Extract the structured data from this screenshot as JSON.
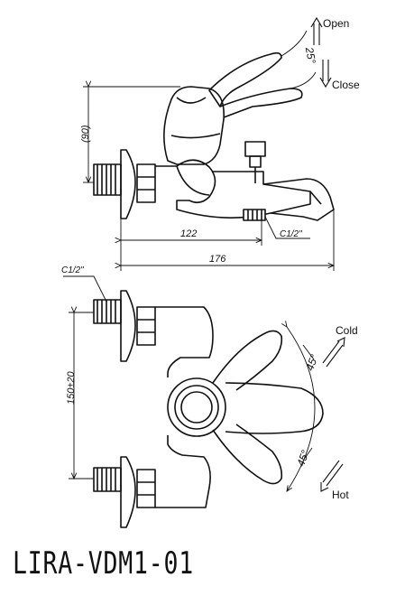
{
  "labels": {
    "open": "Open",
    "close": "Close",
    "angle_lever": "25°",
    "height_dim": "(90)",
    "thread_outlet": "C1/2\"",
    "dim_122": "122",
    "dim_176": "176",
    "thread_inlet": "C1/2\"",
    "cold": "Cold",
    "hot": "Hot",
    "angle_cold": "45°",
    "angle_hot": "45°",
    "inlet_spacing": "150±20"
  },
  "model": "LIRA-VDM1-01",
  "colors": {
    "ink": "#111111",
    "background": "#ffffff"
  }
}
